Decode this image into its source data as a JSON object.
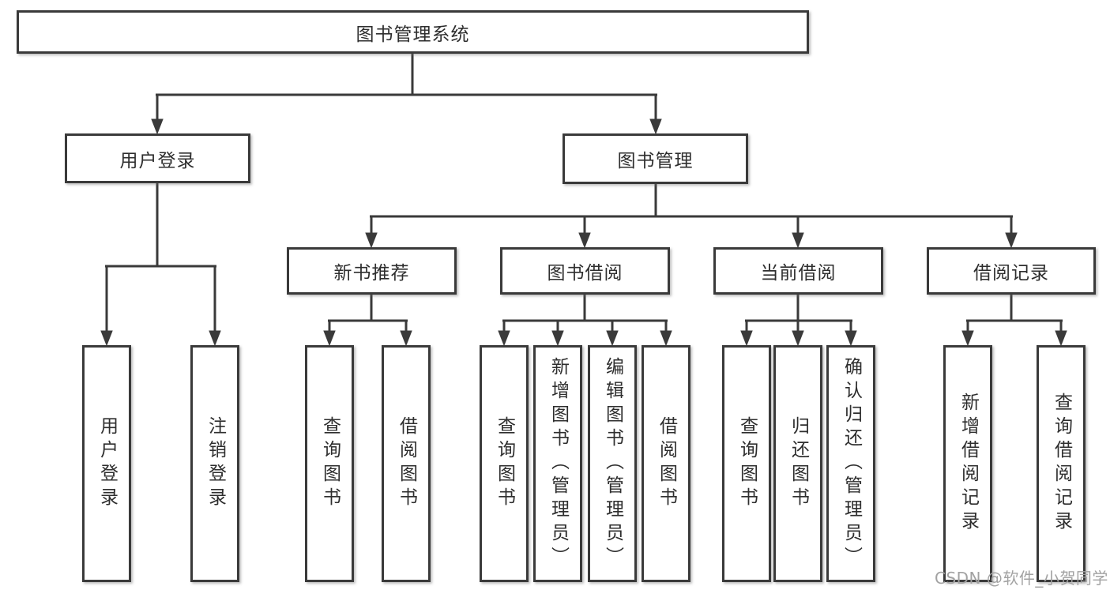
{
  "colors": {
    "background": "#ffffff",
    "box_border": "#3a3a3a",
    "connector_line": "#3a3a3a",
    "text": "#2e2e2e",
    "watermark_text": "#a2a2a2"
  },
  "diagram": {
    "title": "图书管理系统",
    "level2": {
      "user_login": "用户登录",
      "book_mgmt": "图书管理"
    },
    "level3": {
      "new_books": "新书推荐",
      "book_borrow": "图书借阅",
      "current_borrow": "当前借阅",
      "borrow_records": "借阅记录"
    },
    "leaves": {
      "user_login": [
        "用户登录",
        "注销登录"
      ],
      "new_books": [
        "查询图书",
        "借阅图书"
      ],
      "book_borrow": [
        "查询图书",
        "新增图书（管理员）",
        "编辑图书（管理员）",
        "借阅图书"
      ],
      "current_borrow": [
        "查询图书",
        "归还图书",
        "确认归还（管理员）"
      ],
      "borrow_records": [
        "新增借阅记录",
        "查询借阅记录"
      ]
    }
  },
  "watermark": "CSDN @软件_小贺同学"
}
